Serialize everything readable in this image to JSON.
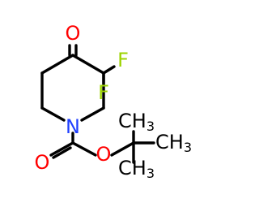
{
  "colors": {
    "bond": "#000000",
    "oxygen": "#ff0000",
    "nitrogen": "#1f3fff",
    "fluorine": "#9cd300",
    "carbon_text": "#000000"
  },
  "atoms": {
    "ketone_o": "O",
    "f1": "F",
    "f2": "F",
    "n": "N",
    "carbonyl_o": "O",
    "ester_o": "O",
    "methyl_top": {
      "main": "CH",
      "sub": "3"
    },
    "methyl_right": {
      "main": "CH",
      "sub": "3"
    },
    "methyl_bottom": {
      "main": "CH",
      "sub": "3"
    }
  }
}
